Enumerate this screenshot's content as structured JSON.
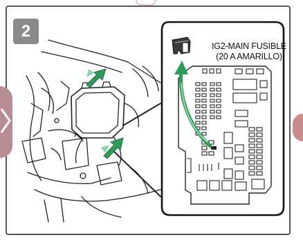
{
  "step": {
    "number": "2"
  },
  "callout": {
    "line1": "IG2-MAIN FUSIBLE",
    "line2": "(20 A AMARILLO)"
  },
  "colors": {
    "frame": "#555555",
    "badge": "#8a8a8a",
    "arrow_green": "#2e9b58",
    "arrow_green_light": "#8ed3a6",
    "prev_tab": "#b88c93",
    "next_tab": "#c98c8e"
  },
  "icons": [
    "chevron-right-icon",
    "fuse-icon",
    "green-arrow-icon"
  ]
}
